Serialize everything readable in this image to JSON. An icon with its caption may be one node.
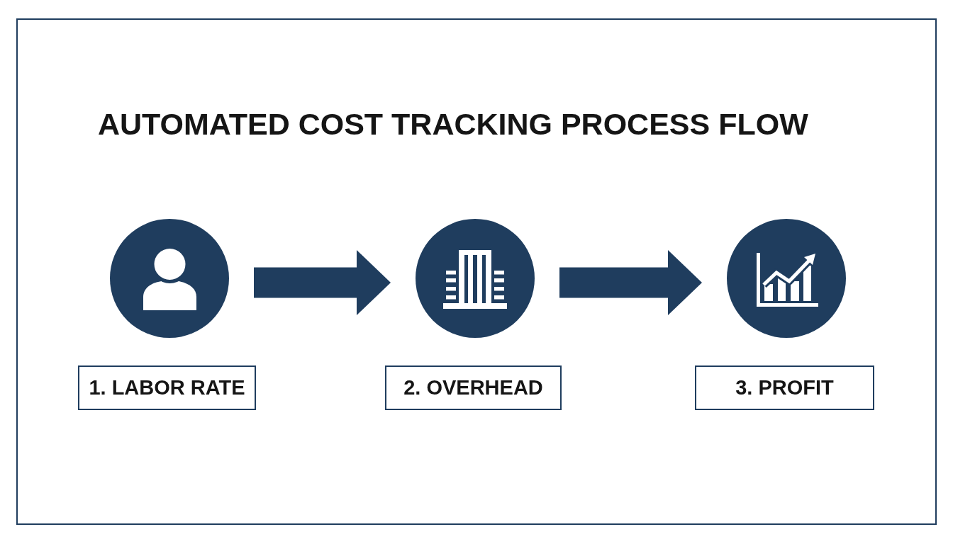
{
  "diagram": {
    "title": "AUTOMATED COST TRACKING PROCESS FLOW",
    "nodes": [
      {
        "text": [],
        "shape": "circle"
      },
      {
        "text": [],
        "shape": "circle"
      },
      {
        "text": [],
        "shape": "circle"
      },
      {
        "text": [
          "1. LABOR RATE"
        ]
      },
      {
        "text": [
          "2. OVERHEAD"
        ]
      },
      {
        "text": [
          "3. PROFIT"
        ]
      }
    ],
    "edges": [
      {
        "from": 0,
        "to": 1,
        "arrow": "to"
      },
      {
        "from": 1,
        "to": 2,
        "arrow": "to"
      }
    ]
  }
}
